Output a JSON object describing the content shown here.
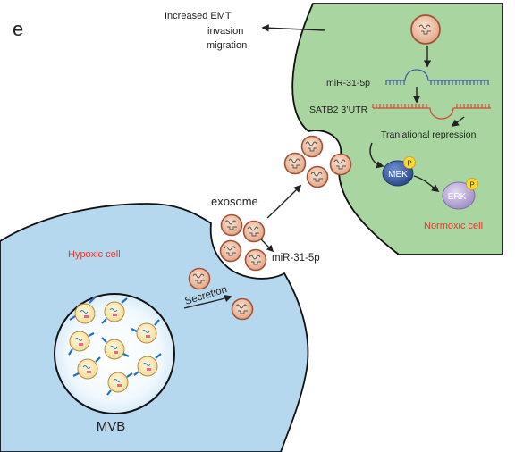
{
  "panel_label": "e",
  "outcome": {
    "line1": "Increased EMT",
    "line2": "invasion",
    "line3": "migration"
  },
  "normoxic": {
    "mirna_label": "miR-31-5p",
    "utr_label": "SATB2 3’UTR",
    "repression_label": "Tranlational repression",
    "mek_label": "MEK",
    "erk_label": "ERK",
    "phospho_label": "P",
    "cell_label": "Normoxic cell"
  },
  "exosome_label": "exosome",
  "mirna_label_bottom": "miR-31-5p",
  "secretion_label": "Secretion",
  "hypoxic_cell_label": "Hypoxic cell",
  "mvb_label": "MVB",
  "colors": {
    "normoxic_fill": "#a9d5a0",
    "hypoxic_fill": "#b6d8ef",
    "vesicle_fill": "#f1c7a5",
    "vesicle_stroke": "#a0533b",
    "mek": "#3d5f9e",
    "erk": "#b9a7d4",
    "phospho": "#ffd838",
    "accent_red": "#e03a2e"
  }
}
